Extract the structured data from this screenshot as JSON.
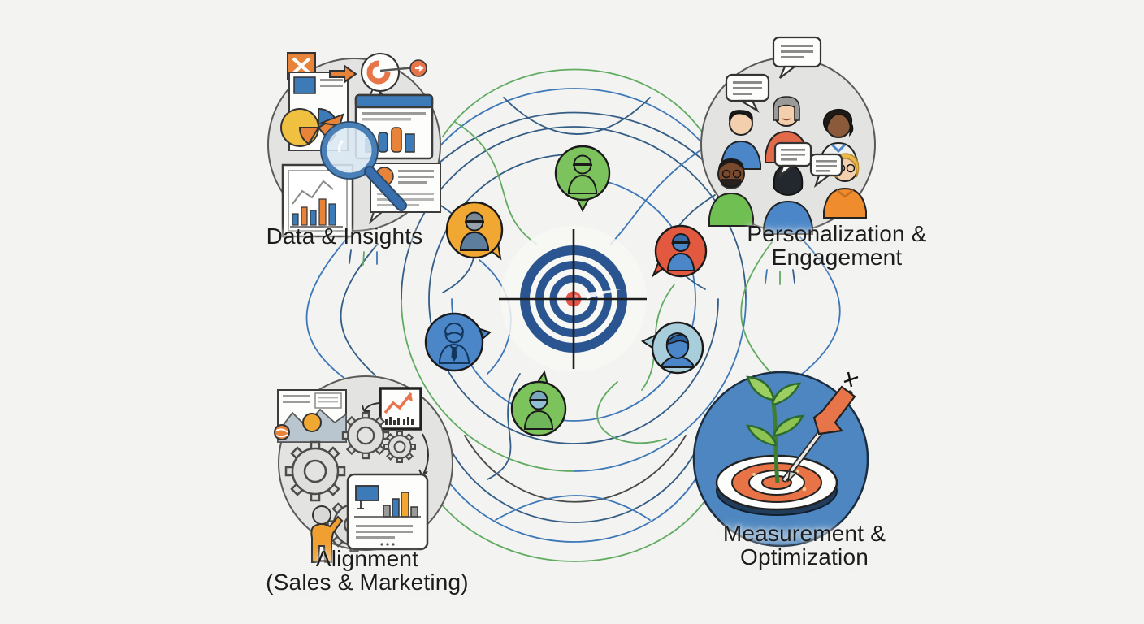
{
  "diagram": {
    "name": "Customer-centric marketing strategy illustration",
    "background_color": "#f3f3f1",
    "text_color": "#1c1c1c"
  },
  "palette": {
    "line_navy": "#24517e",
    "line_blue": "#2e6db4",
    "line_green": "#55a555",
    "line_dark": "#3a3a3a",
    "node_fill_gray": "#e3e3e1",
    "node_stroke": "#5a5a58",
    "orange": "#e8833a",
    "red_orange": "#e2593f",
    "yellow": "#f0a832",
    "blue": "#4a86c8",
    "green": "#7cc35e",
    "light_blue": "#a9cedb",
    "target_ring_blue": "#2a5590",
    "target_center_red": "#e85548",
    "measurement_circle_blue": "#4d86c0"
  },
  "quadrants": [
    {
      "id": "data-insights",
      "position": "top-left",
      "label_line1": "Data & Insights",
      "label_line2": "",
      "icons": [
        "x-mark-square",
        "pie-chart-document",
        "right-arrow",
        "target-pin-bubble",
        "bar-chart-panel",
        "bar-chart-document",
        "magnifier",
        "text-document"
      ]
    },
    {
      "id": "personalization-engagement",
      "position": "top-right",
      "label_line1": "Personalization &",
      "label_line2": "Engagement",
      "icons": [
        "speech-bubbles",
        "people-group"
      ]
    },
    {
      "id": "alignment-sales-marketing",
      "position": "bottom-left",
      "label_line1": "Alignment",
      "label_line2": "(Sales & Marketing)",
      "icons": [
        "area-chart-document",
        "growth-chart-frame",
        "gears",
        "bar-chart-window",
        "person-figure"
      ]
    },
    {
      "id": "measurement-optimization",
      "position": "bottom-right",
      "label_line1": "Measurement &",
      "label_line2": "Optimization",
      "icons": [
        "dartboard",
        "sprout-plant",
        "dart-arrow"
      ]
    }
  ],
  "center_target": {
    "name": "bullseye-crosshair",
    "rings": 3,
    "ring_color": "#2a5590",
    "center_dot_color": "#e85548"
  },
  "audience_avatars": [
    {
      "id": "avatar-top",
      "position": "top",
      "color": "#7cc35e",
      "icon": "person-cap"
    },
    {
      "id": "avatar-upper-left",
      "position": "upper-left",
      "color": "#f0a832",
      "icon": "person-cap"
    },
    {
      "id": "avatar-upper-right",
      "position": "upper-right",
      "color": "#e2593f",
      "icon": "person-cap"
    },
    {
      "id": "avatar-lower-left",
      "position": "lower-left",
      "color": "#4a86c8",
      "icon": "person-suit"
    },
    {
      "id": "avatar-lower-right",
      "position": "lower-right",
      "color": "#a9cedb",
      "icon": "person-face"
    },
    {
      "id": "avatar-bottom",
      "position": "bottom",
      "color": "#7cc35e",
      "icon": "person-cap"
    }
  ]
}
